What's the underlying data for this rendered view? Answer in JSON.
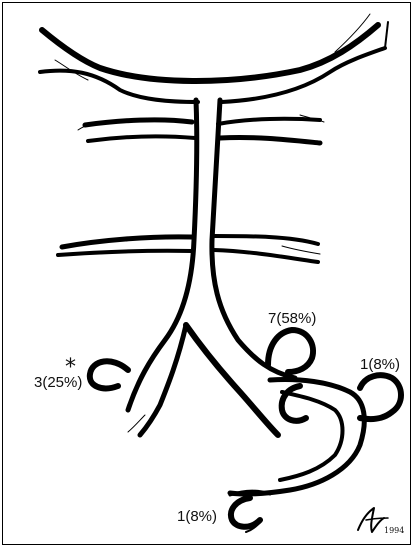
{
  "labels": {
    "left_count": "3(25%)",
    "left_marker": "*",
    "middle_count": "7(58%)",
    "right_count": "1(8%)",
    "bottom_count": "1(8%)"
  },
  "signature": {
    "year": "1994"
  }
}
